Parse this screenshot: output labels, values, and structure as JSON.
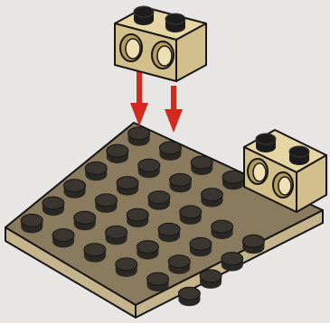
{
  "colors": {
    "background": "#e7e6e4",
    "plate_top": "#8a7a5e",
    "plate_stud": "#2a2824",
    "plate_side": "#c5b38c",
    "brick_top": "#e6d6a4",
    "brick_side": "#d2bf8b",
    "brick_stud": "#1c1c1c",
    "hole": "#b49c5c",
    "hole_inner": "#efe0b4",
    "arrow": "#d42a1d",
    "outline": "#161616"
  },
  "illustration": {
    "plate": {
      "rows": 6,
      "cols": 6,
      "description_icon": "lego-plate-6x6-icon"
    },
    "moving_brick": {
      "studs": 2,
      "holes": 2,
      "description_icon": "technic-brick-1x2-icon"
    },
    "placed_brick": {
      "studs": 2,
      "holes": 2,
      "description_icon": "technic-brick-1x2-icon"
    },
    "arrows": {
      "count": 2,
      "direction": "down"
    }
  }
}
